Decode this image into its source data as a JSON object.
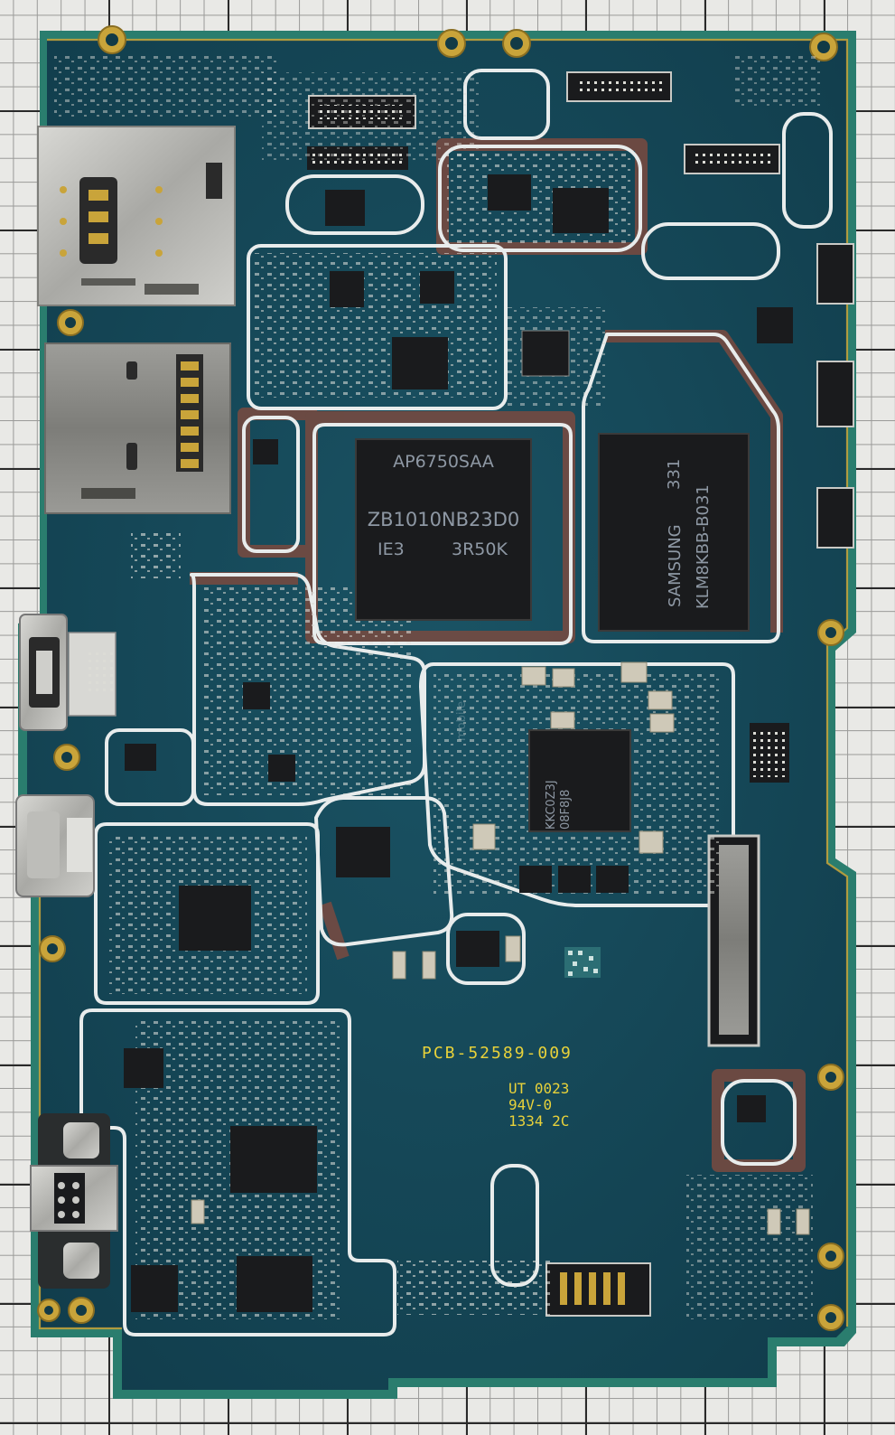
{
  "image": {
    "subject": "phone-mainboard",
    "board_markings": {
      "pcb_id": "PCB-52589-009",
      "line1": "UT 0023",
      "line2": "94V-0",
      "line3": "1334 2C"
    },
    "soc": {
      "line1": "AP6750SAA",
      "line2": "ZB1010NB23D0",
      "line3a": "IE3",
      "line3b": "3R50K"
    },
    "memory": {
      "line1": "331",
      "line2": "SAMSUNG",
      "line3": "KLM8KBB-B031"
    },
    "pmic": {
      "line1": "KKC0Z3J",
      "line2": "08F8J8"
    },
    "watermark": {
      "word": "mobile"
    }
  },
  "colors": {
    "board": "#17495a",
    "board_edge": "#2a7d6e",
    "gold": "#c9a43a",
    "shield_outline": "#e8ecec",
    "solder_mask_residue": "#7a4a3f",
    "chip": "#1a1b1d",
    "silkscreen": "#e8d23a",
    "grid_paper": "#e9e9e6"
  }
}
